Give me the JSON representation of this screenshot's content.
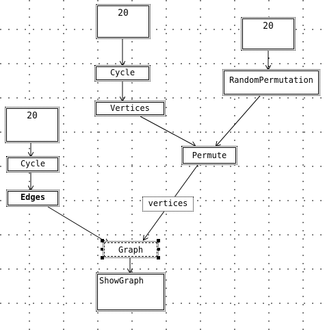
{
  "nodes": {
    "cycle_input_top": {
      "label": "20"
    },
    "cycle_top": {
      "label": "Cycle"
    },
    "vertices_top": {
      "label": "Vertices"
    },
    "perm_input": {
      "label": "20"
    },
    "random_perm": {
      "label": "RandomPermutation"
    },
    "permute": {
      "label": "Permute"
    },
    "cycle_input_left": {
      "label": "20"
    },
    "cycle_left": {
      "label": "Cycle"
    },
    "edges": {
      "label": "Edges"
    },
    "vertices_label": {
      "label": "vertices"
    },
    "graph": {
      "label": "Graph"
    },
    "show_graph": {
      "label": "ShowGraph"
    }
  },
  "colors": {
    "background": "#ffffff",
    "ink": "#000000"
  }
}
